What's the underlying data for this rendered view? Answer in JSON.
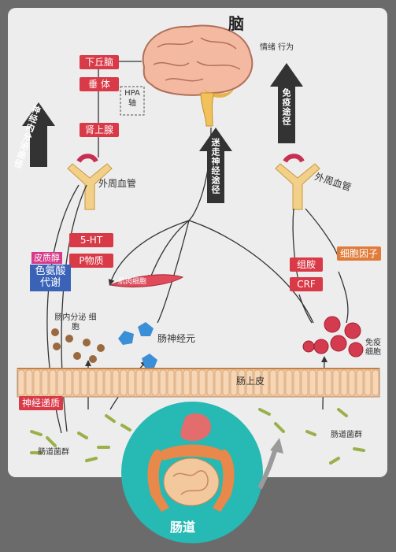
{
  "title": "脑",
  "hypothalamus": "下丘脑",
  "pituitary": "垂 体",
  "adrenal": "肾上腺",
  "hpa_axis": "HPA 轴",
  "neuroendocrine_path": "神经内分泌途径",
  "vessel_left": "外周血管",
  "vessel_right": "外周血管",
  "serotonin": "5-HT",
  "substance_p": "P物质",
  "cortisol": "皮质醇",
  "tryptophan": "色氨酸 代谢",
  "enteroendocrine": "肠内分泌 细胞",
  "muscle": "肌肉细胞",
  "enteric_neuron": "肠神经元",
  "vagus_path": "迷走神经途径",
  "epithelium": "肠上皮",
  "neurotransmitter": "神经递质",
  "microbiota_left": "肠道菌群",
  "microbiota_right": "肠道菌群",
  "gut": "肠道",
  "histamine": "组胺",
  "crf": "CRF",
  "cytokine": "细胞因子",
  "immune_cell": "免疫 细胞",
  "immune_path": "免疫途径",
  "emotion": "情绪 行为",
  "colors": {
    "red_label": "#d93a48",
    "orange_label": "#e07b3a",
    "pink_label": "#d63a8a",
    "blue_label": "#3a63b8",
    "circle": "#27b9b4",
    "panel": "#ededed",
    "background": "#6b6b6b"
  }
}
